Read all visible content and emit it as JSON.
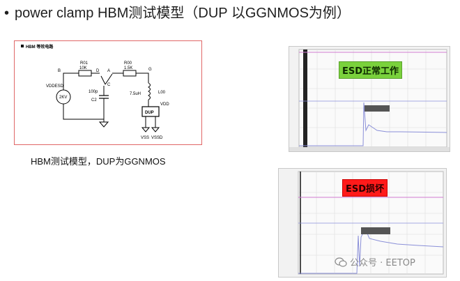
{
  "slide": {
    "bullet": "•",
    "title": "power clamp HBM测试模型（DUP 以GGNMOS为例）"
  },
  "circuit": {
    "heading": "HBM 等效电路",
    "source_label": "VDDESD",
    "source_value": "2KV",
    "r01_name": "R01",
    "r01_value": "10K",
    "node_b": "B",
    "node_d": "D",
    "node_a": "A",
    "node_c": "C",
    "node_g": "G",
    "cap_value": "100p",
    "cap_name": "C2",
    "r00_name": "R00",
    "r00_value": "1.5K",
    "inductor_value": "7.5uH",
    "inductor_name": "L00",
    "dup_label": "DUP",
    "vdd_label": "VDD",
    "vss_label": "VSS",
    "vssd_label": "VSSD"
  },
  "caption": "HBM测试模型，DUP为GGNMOS",
  "scopes": {
    "normal_label": "ESD正常工作",
    "damaged_label": "ESD损坏"
  },
  "watermark": "公众号 · EETOP",
  "colors": {
    "normal_badge": "#7ad13c",
    "damaged_badge": "#ff1a1a",
    "circuit_border": "#e06666",
    "trace": "#8a8fd8",
    "marker": "#d07ad0"
  }
}
